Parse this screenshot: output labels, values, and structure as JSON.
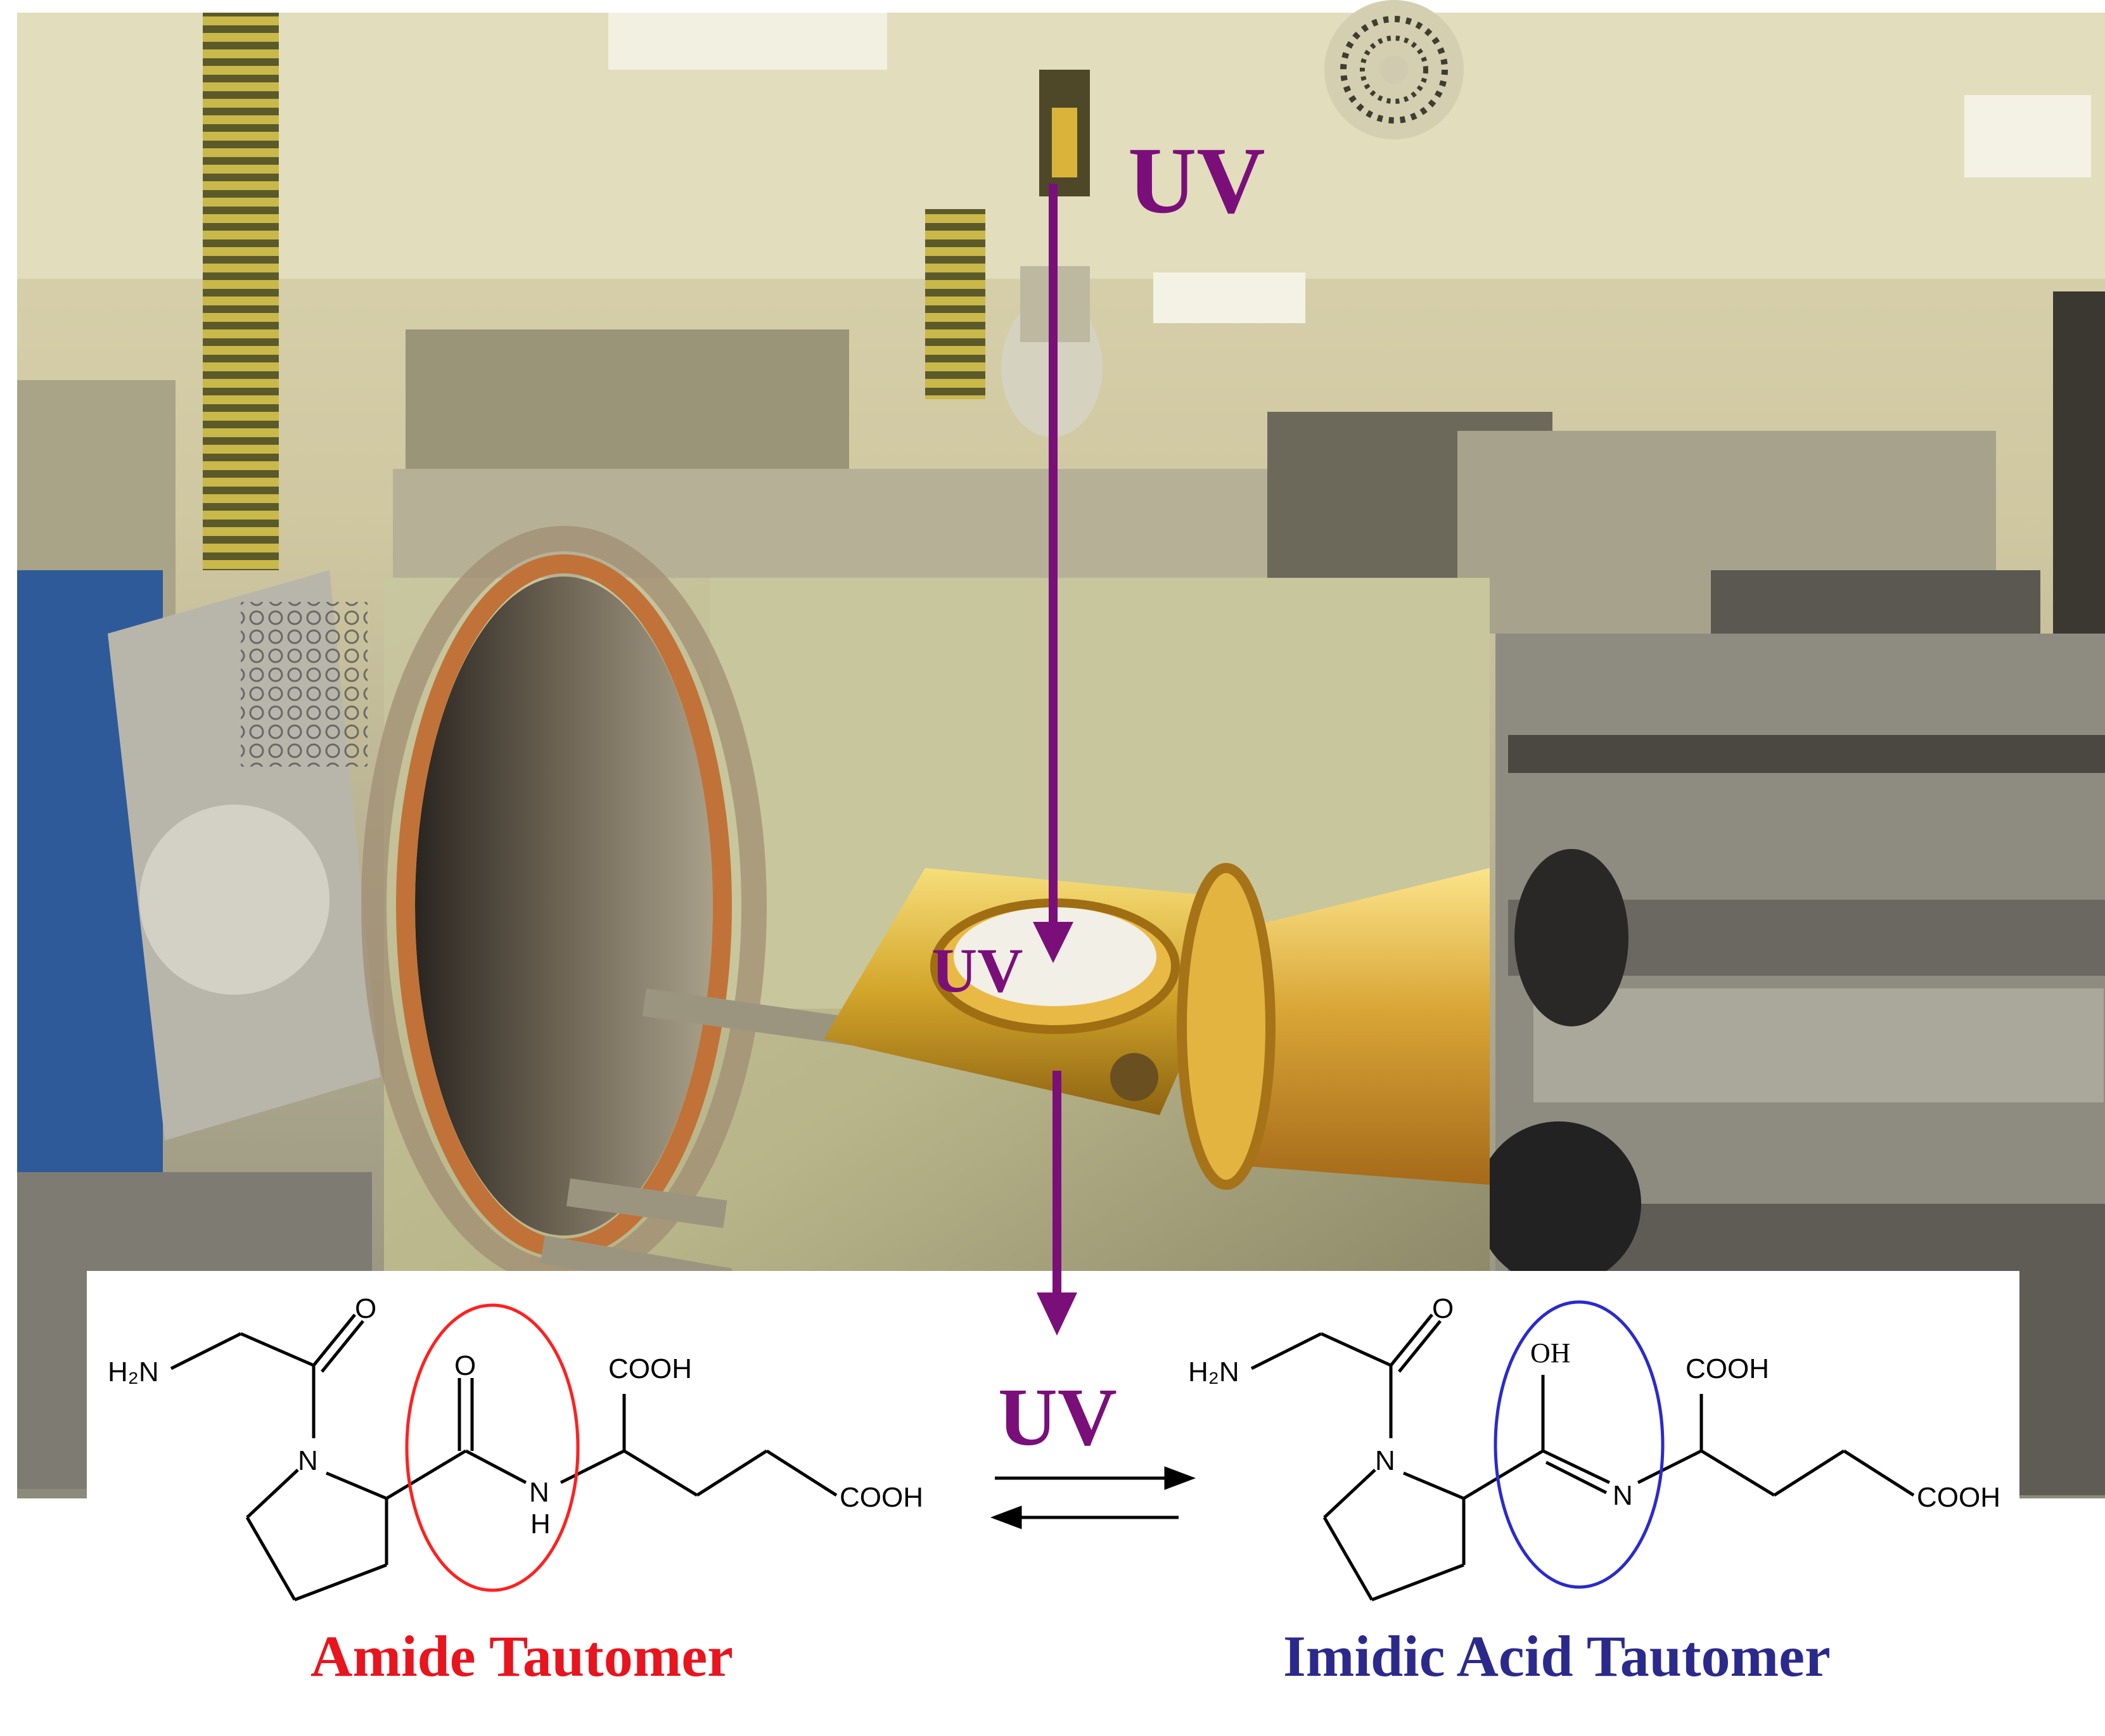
{
  "labels": {
    "uv_top": "UV",
    "uv_sample": "UV",
    "uv_equilibrium": "UV",
    "amide_caption": "Amide Tautomer",
    "imidic_caption": "Imidic Acid Tautomer"
  },
  "amide_structure": {
    "amine": "H₂N",
    "carbonyl_o": "O",
    "amide_o": "O",
    "ring_n": "N",
    "amide_n": "N",
    "amide_h": "H",
    "side_cooh": "COOH",
    "terminal_cooh": "COOH"
  },
  "imidic_structure": {
    "amine": "H₂N",
    "carbonyl_o": "O",
    "hydroxyl": "OH",
    "ring_n": "N",
    "imine_n": "N",
    "side_cooh": "COOH",
    "terminal_cooh": "COOH"
  },
  "colors": {
    "uv_purple": "#7a0f7a",
    "amide_red": "#e8141e",
    "imidic_blue": "#2b2a8c",
    "amide_circle": "#ff2020",
    "imidic_circle": "#2a2ad0",
    "gold": "#d7a92a",
    "copper": "#c0703a"
  },
  "icons": {
    "uv_arrow": "down-arrow-icon",
    "equilibrium": "equilibrium-arrows-icon"
  }
}
